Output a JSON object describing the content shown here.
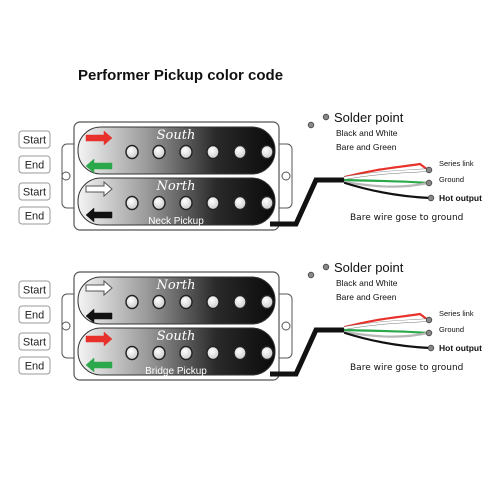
{
  "title": "Performer Pickup color code",
  "colors": {
    "red": "#e8312b",
    "green": "#2aa84a",
    "white": "#ffffff",
    "black": "#111111",
    "bare": "#b8b8b8"
  },
  "neck": {
    "buttons": [
      "Start",
      "End",
      "Start",
      "End"
    ],
    "coil_top": "South",
    "coil_bottom": "North",
    "sublabel": "Neck Pickup",
    "solder_point": "Solder point",
    "solder_line1": "Black and White",
    "solder_line2": "Bare and Green",
    "series_link": "Series link",
    "ground": "Ground",
    "hot_output": "Hot output",
    "note": "Bare wire gose to ground"
  },
  "bridge": {
    "buttons": [
      "Start",
      "End",
      "Start",
      "End"
    ],
    "coil_top": "North",
    "coil_bottom": "South",
    "sublabel": "Bridge Pickup",
    "solder_point": "Solder point",
    "solder_line1": "Black and White",
    "solder_line2": "Bare and Green",
    "series_link": "Series link",
    "ground": "Ground",
    "hot_output": "Hot output",
    "note": "Bare wire gose to ground"
  }
}
